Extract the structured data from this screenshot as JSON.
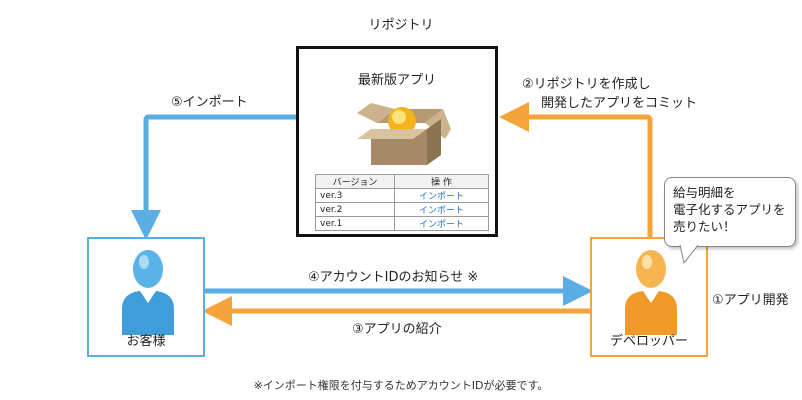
{
  "repository": {
    "title": "リポジトリ",
    "app_title": "最新版アプリ",
    "table": {
      "headers": [
        "バージョン",
        "操 作"
      ],
      "rows": [
        {
          "version": "ver.3",
          "action": "インポート"
        },
        {
          "version": "ver.2",
          "action": "インポート"
        },
        {
          "version": "ver.1",
          "action": "インポート"
        }
      ]
    }
  },
  "customer": {
    "name": "お客様"
  },
  "developer": {
    "name": "デベロッパー"
  },
  "speech_bubble": {
    "lines": [
      "給与明細を",
      "電子化するアプリを",
      "売りたい！"
    ]
  },
  "steps": {
    "step1": "①アプリ開発",
    "step2_line1": "②リポジトリを作成し",
    "step2_line2": "開発したアプリをコミット",
    "step3": "③アプリの紹介",
    "step4": "④アカウントIDのお知らせ ※",
    "step5": "⑤インポート"
  },
  "footnote": "※インポート権限を付与するためアカウントIDが必要です。",
  "colors": {
    "blue": "#5aaee3",
    "orange": "#f4a43a",
    "box_border": "#111111"
  }
}
